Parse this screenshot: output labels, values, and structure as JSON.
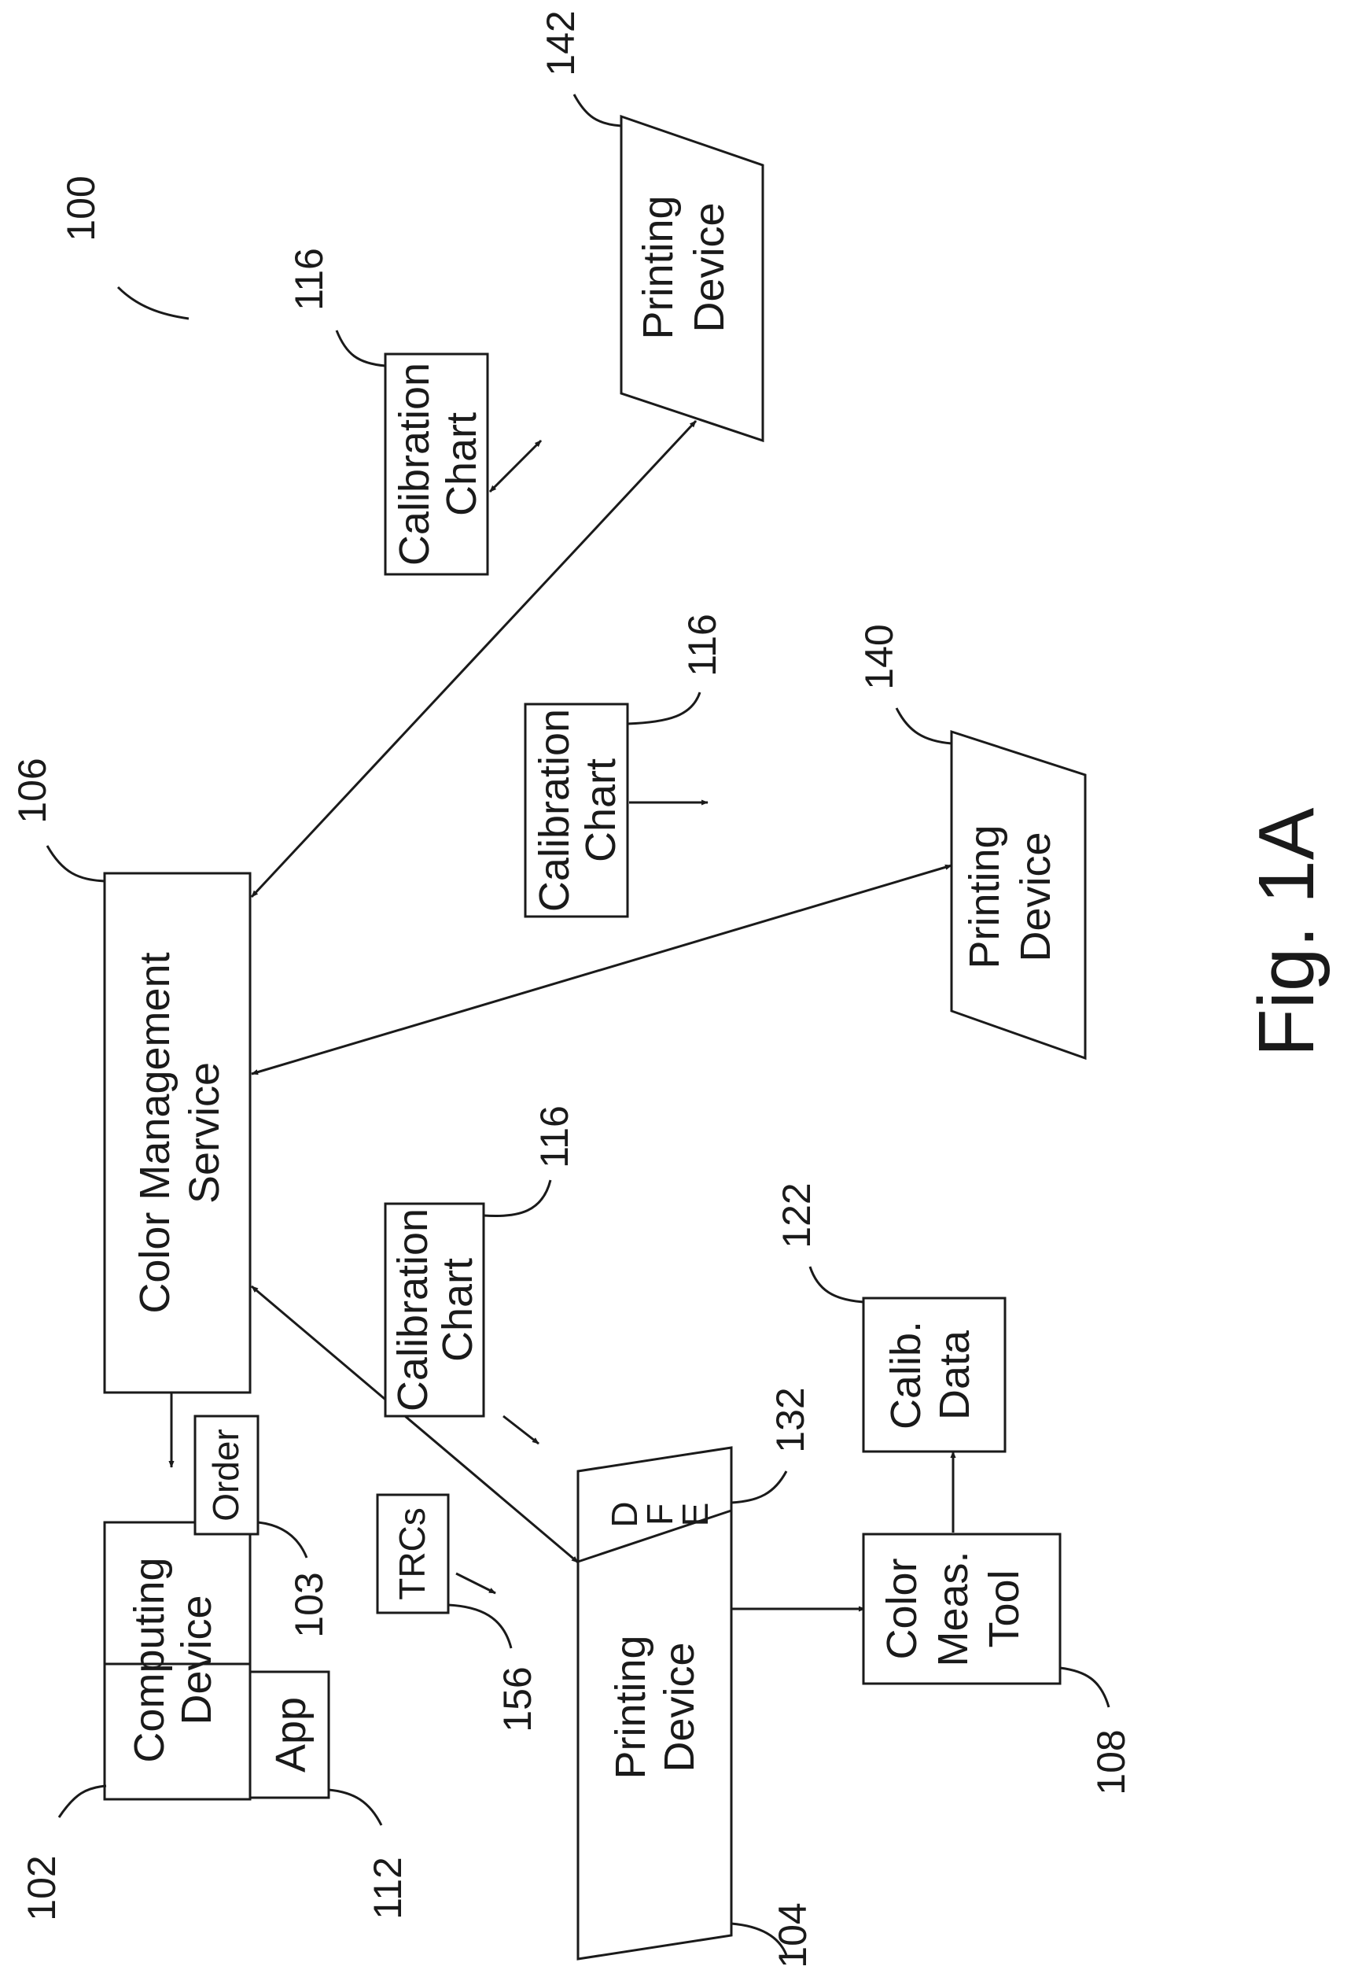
{
  "figure_label": "Fig. 1A",
  "system_ref": "100",
  "nodes": {
    "computing_device": {
      "line1": "Computing",
      "line2": "Device",
      "ref": "102"
    },
    "app": {
      "label": "App",
      "ref": "112"
    },
    "order": {
      "label": "Order",
      "ref": "103"
    },
    "color_management_service": {
      "line1": "Color Management",
      "line2": "Service",
      "ref": "106"
    },
    "trcs": {
      "label": "TRCs",
      "ref": "156"
    },
    "printing_device_104": {
      "line1": "Printing",
      "line2": "Device",
      "ref": "104"
    },
    "dfe": {
      "d": "D",
      "f": "F",
      "e": "E",
      "ref": "132"
    },
    "color_meas_tool": {
      "line1": "Color",
      "line2": "Meas.",
      "line3": "Tool",
      "ref": "108"
    },
    "calib_data": {
      "line1": "Calib.",
      "line2": "Data",
      "ref": "122"
    },
    "calibration_chart_lower": {
      "line1": "Calibration",
      "line2": "Chart",
      "ref": "116"
    },
    "calibration_chart_middle": {
      "line1": "Calibration",
      "line2": "Chart",
      "ref": "116"
    },
    "calibration_chart_upper": {
      "line1": "Calibration",
      "line2": "Chart",
      "ref": "116"
    },
    "printing_device_140": {
      "line1": "Printing",
      "line2": "Device",
      "ref": "140"
    },
    "printing_device_142": {
      "line1": "Printing",
      "line2": "Device",
      "ref": "142"
    }
  }
}
